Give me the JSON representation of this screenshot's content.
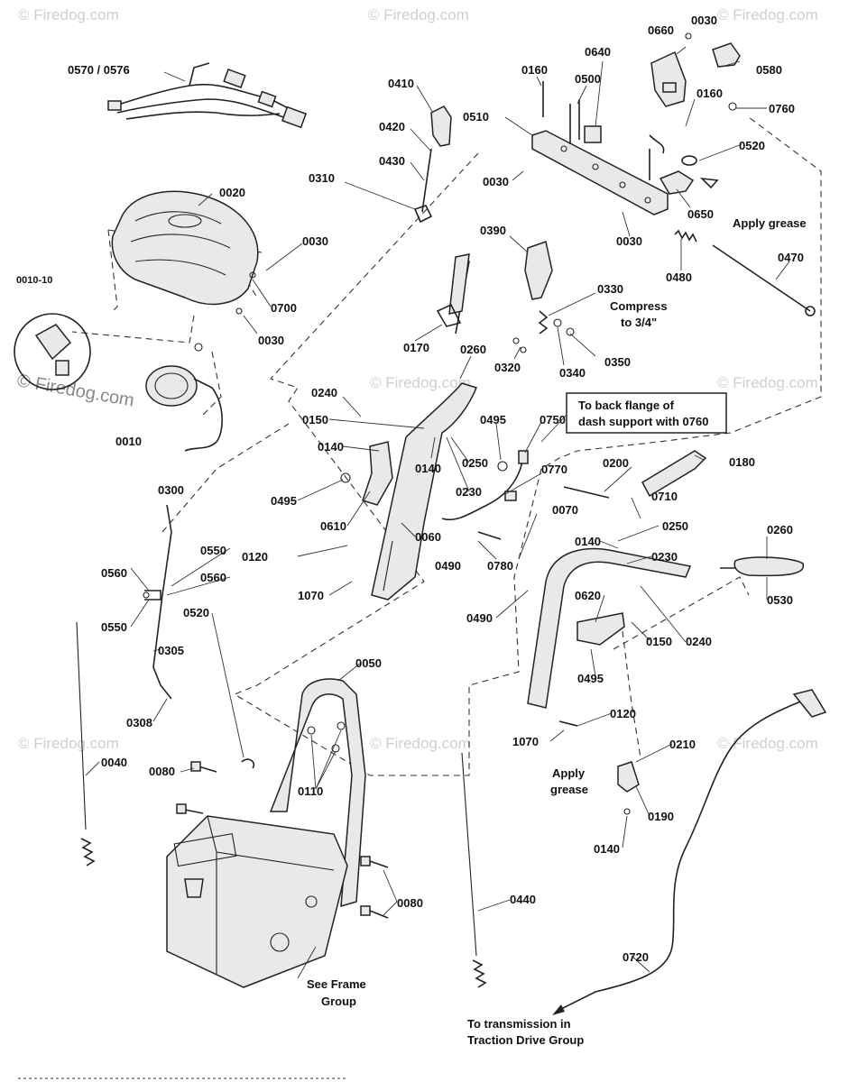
{
  "watermarks": {
    "brand": "© Firedog.com"
  },
  "part_labels": [
    {
      "id": "0570-0576",
      "text": "0570 / 0576"
    },
    {
      "id": "0410",
      "text": "0410"
    },
    {
      "id": "0420",
      "text": "0420"
    },
    {
      "id": "0430",
      "text": "0430"
    },
    {
      "id": "0310",
      "text": "0310"
    },
    {
      "id": "0020",
      "text": "0020"
    },
    {
      "id": "0030a",
      "text": "0030"
    },
    {
      "id": "0700",
      "text": "0700"
    },
    {
      "id": "0030b",
      "text": "0030"
    },
    {
      "id": "0010-10",
      "text": "0010-10"
    },
    {
      "id": "0010",
      "text": "0010"
    },
    {
      "id": "0160a",
      "text": "0160"
    },
    {
      "id": "0500",
      "text": "0500"
    },
    {
      "id": "0640",
      "text": "0640"
    },
    {
      "id": "0660",
      "text": "0660"
    },
    {
      "id": "0030c",
      "text": "0030"
    },
    {
      "id": "0580",
      "text": "0580"
    },
    {
      "id": "0160b",
      "text": "0160"
    },
    {
      "id": "0760",
      "text": "0760"
    },
    {
      "id": "0510",
      "text": "0510"
    },
    {
      "id": "0520a",
      "text": "0520"
    },
    {
      "id": "0030d",
      "text": "0030"
    },
    {
      "id": "0650",
      "text": "0650"
    },
    {
      "id": "0030e",
      "text": "0030"
    },
    {
      "id": "0390",
      "text": "0390"
    },
    {
      "id": "0480",
      "text": "0480"
    },
    {
      "id": "0470",
      "text": "0470"
    },
    {
      "id": "0330",
      "text": "0330"
    },
    {
      "id": "0170",
      "text": "0170"
    },
    {
      "id": "0320",
      "text": "0320"
    },
    {
      "id": "0340",
      "text": "0340"
    },
    {
      "id": "0350",
      "text": "0350"
    },
    {
      "id": "0260a",
      "text": "0260"
    },
    {
      "id": "0240a",
      "text": "0240"
    },
    {
      "id": "0150a",
      "text": "0150"
    },
    {
      "id": "0495a",
      "text": "0495"
    },
    {
      "id": "0750",
      "text": "0750"
    },
    {
      "id": "0140a",
      "text": "0140"
    },
    {
      "id": "0140b",
      "text": "0140"
    },
    {
      "id": "0250a",
      "text": "0250"
    },
    {
      "id": "0230a",
      "text": "0230"
    },
    {
      "id": "0770",
      "text": "0770"
    },
    {
      "id": "0200",
      "text": "0200"
    },
    {
      "id": "0180",
      "text": "0180"
    },
    {
      "id": "0495b",
      "text": "0495"
    },
    {
      "id": "0610",
      "text": "0610"
    },
    {
      "id": "0060",
      "text": "0060"
    },
    {
      "id": "0070",
      "text": "0070"
    },
    {
      "id": "0710",
      "text": "0710"
    },
    {
      "id": "0250b",
      "text": "0250"
    },
    {
      "id": "0300",
      "text": "0300"
    },
    {
      "id": "0120a",
      "text": "0120"
    },
    {
      "id": "0490a",
      "text": "0490"
    },
    {
      "id": "0780",
      "text": "0780"
    },
    {
      "id": "0140c",
      "text": "0140"
    },
    {
      "id": "0230b",
      "text": "0230"
    },
    {
      "id": "0260b",
      "text": "0260"
    },
    {
      "id": "0550a",
      "text": "0550"
    },
    {
      "id": "0560a",
      "text": "0560"
    },
    {
      "id": "0560b",
      "text": "0560"
    },
    {
      "id": "0550b",
      "text": "0550"
    },
    {
      "id": "1070a",
      "text": "1070"
    },
    {
      "id": "0520b",
      "text": "0520"
    },
    {
      "id": "0490b",
      "text": "0490"
    },
    {
      "id": "0620",
      "text": "0620"
    },
    {
      "id": "0150b",
      "text": "0150"
    },
    {
      "id": "0240b",
      "text": "0240"
    },
    {
      "id": "0530",
      "text": "0530"
    },
    {
      "id": "0305",
      "text": "0305"
    },
    {
      "id": "0495c",
      "text": "0495"
    },
    {
      "id": "0050",
      "text": "0050"
    },
    {
      "id": "0308",
      "text": "0308"
    },
    {
      "id": "0120b",
      "text": "0120"
    },
    {
      "id": "1070b",
      "text": "1070"
    },
    {
      "id": "0210",
      "text": "0210"
    },
    {
      "id": "0040",
      "text": "0040"
    },
    {
      "id": "0080a",
      "text": "0080"
    },
    {
      "id": "0110",
      "text": "0110"
    },
    {
      "id": "0190",
      "text": "0190"
    },
    {
      "id": "0140d",
      "text": "0140"
    },
    {
      "id": "0080b",
      "text": "0080"
    },
    {
      "id": "0440",
      "text": "0440"
    },
    {
      "id": "0720",
      "text": "0720"
    }
  ],
  "notes": {
    "apply_grease_top": "Apply grease",
    "compress_line1": "Compress",
    "compress_line2": "to 3/4\"",
    "callout_line1": "To back flange of",
    "callout_line2": "dash support with 0760",
    "apply_grease_bottom_line1": "Apply",
    "apply_grease_bottom_line2": "grease",
    "frame_line1": "See Frame",
    "frame_line2": "Group",
    "transmission_line1": "To transmission in",
    "transmission_line2": "Traction Drive Group"
  }
}
